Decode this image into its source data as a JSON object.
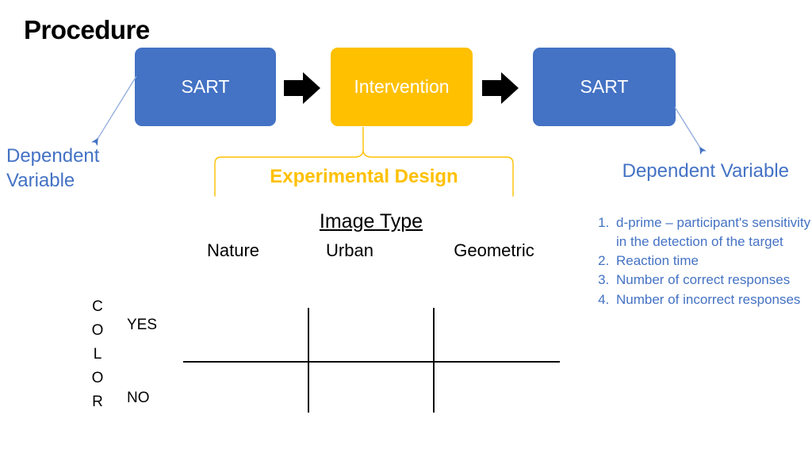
{
  "page": {
    "title": "Procedure",
    "background": "#ffffff"
  },
  "colors": {
    "box_blue": "#4472C4",
    "box_yellow": "#FFC000",
    "text_blue": "#4472C4",
    "brace_yellow": "#FFC000",
    "arrow_black": "#000000",
    "grid_black": "#0A0A0A"
  },
  "flow": {
    "boxes": [
      {
        "label": "SART",
        "fill": "#4472C4",
        "text_color": "#ffffff"
      },
      {
        "label": "Intervention",
        "fill": "#FFC000",
        "text_color": "#ffffff"
      },
      {
        "label": "SART",
        "fill": "#4472C4",
        "text_color": "#ffffff"
      }
    ],
    "connector_icons": [
      "right-block-arrow",
      "right-block-arrow"
    ]
  },
  "annotations": {
    "dependent_variable_left": "Dependent Variable",
    "dependent_variable_right": "Dependent Variable",
    "experimental_design": "Experimental Design"
  },
  "design_grid": {
    "heading": "Image Type",
    "column_headers": [
      "Nature",
      "Urban",
      "Geometric"
    ],
    "row_axis_label_letters": [
      "C",
      "O",
      "L",
      "O",
      "R"
    ],
    "row_axis_label": "COLOR",
    "row_headers": [
      "YES",
      "NO"
    ]
  },
  "measures": {
    "items": [
      "d-prime – participant's sensitivity in the detection of the target",
      "Reaction time",
      "Number of correct responses",
      "Number of incorrect responses"
    ]
  }
}
